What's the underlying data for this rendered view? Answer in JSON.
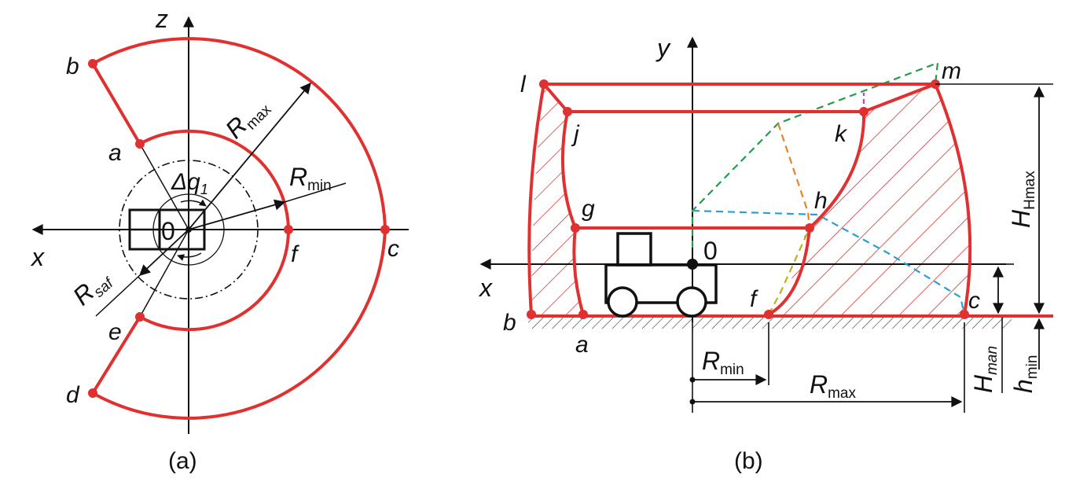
{
  "colors": {
    "boundary": "#e03030",
    "ink": "#111111",
    "hatch": "#d03535",
    "green": "#1f9e4a",
    "orange": "#e8822a",
    "blue": "#2a9fd6",
    "olive": "#b8b21c",
    "magenta": "#c040c0"
  },
  "panel_a": {
    "caption": "(a)",
    "axis_z": "z",
    "axis_x": "x",
    "origin": "0",
    "points": {
      "a": "a",
      "b": "b",
      "c": "c",
      "d": "d",
      "e": "e",
      "f": "f"
    },
    "r_max": {
      "base": "R",
      "sub": "max"
    },
    "r_min": {
      "base": "R",
      "sub": "min"
    },
    "r_saf": {
      "base": "R",
      "sub": "saf"
    },
    "delta_q": {
      "base": "Δq",
      "sub": "1"
    }
  },
  "panel_b": {
    "caption": "(b)",
    "axis_y": "y",
    "axis_x": "x",
    "origin": "0",
    "points": {
      "a": "a",
      "b": "b",
      "c": "c",
      "f": "f",
      "g": "g",
      "h": "h",
      "j": "j",
      "k": "k",
      "l": "l",
      "m": "m"
    },
    "r_min": {
      "base": "R",
      "sub": "min"
    },
    "r_max": {
      "base": "R",
      "sub": "max"
    },
    "h_hmax": {
      "base": "H",
      "sub": "Hmax"
    },
    "h_man": {
      "base": "H",
      "sub": "man"
    },
    "h_min": {
      "base": "h",
      "sub": "min"
    }
  }
}
